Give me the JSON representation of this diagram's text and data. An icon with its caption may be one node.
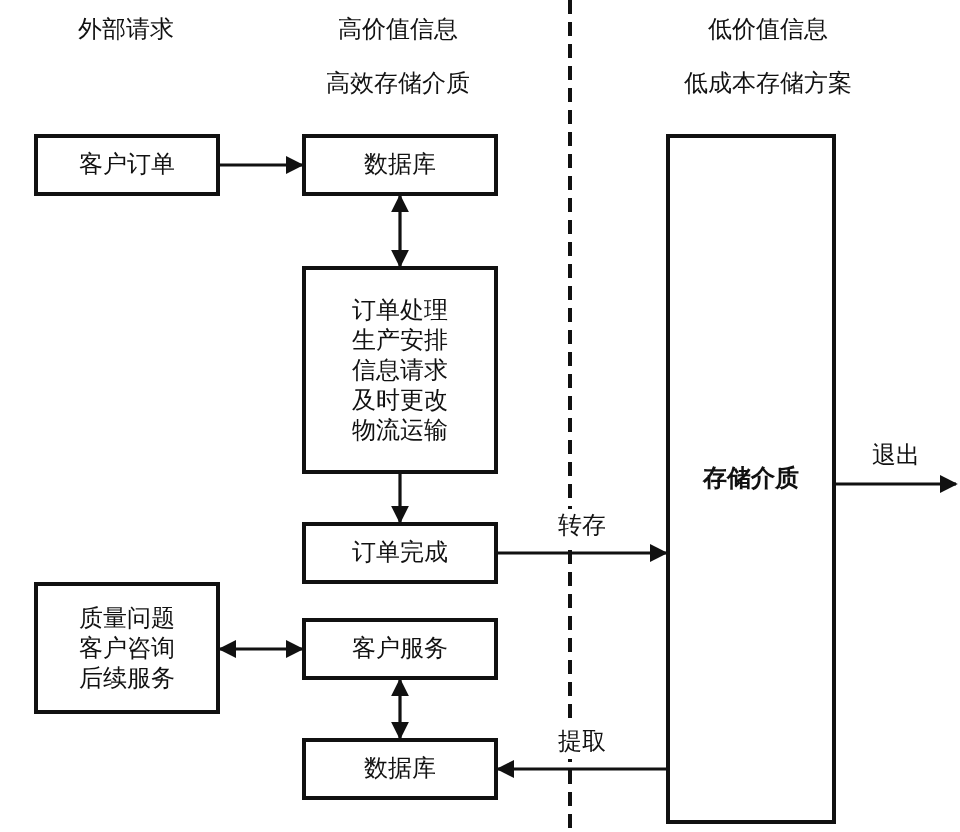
{
  "diagram": {
    "nodes": [
      {
        "text": [
          "客户订单"
        ]
      },
      {
        "text": [
          "数据库"
        ]
      },
      {
        "text": [
          "订单处理生产安排信息请求及时更改物流运输"
        ]
      },
      {
        "text": [
          "订单完成"
        ]
      },
      {
        "text": [
          "质量问题客户咨询后续服务"
        ]
      },
      {
        "text": [
          "客户服务"
        ]
      },
      {
        "text": [
          "数据库"
        ]
      },
      {
        "text": [
          "存储介质"
        ]
      }
    ],
    "edges": [
      {
        "from": 0,
        "to": 1,
        "arrow": "to"
      },
      {
        "from": 1,
        "to": 2,
        "arrow": "both"
      },
      {
        "from": 2,
        "to": 3,
        "arrow": "to"
      },
      {
        "from": 3,
        "to": 7,
        "arrow": "to",
        "label": "转存"
      },
      {
        "from": 4,
        "to": 5,
        "arrow": "both"
      },
      {
        "from": 5,
        "to": 6,
        "arrow": "both"
      },
      {
        "from": 7,
        "to": 6,
        "arrow": "to",
        "label": "提取"
      },
      {
        "from": 7,
        "to": null,
        "arrow": "to",
        "label": "退出"
      }
    ],
    "labels": [
      "外部请求",
      "高价值信息",
      "低价值信息",
      "高效存储介质",
      "低成本存储方案"
    ]
  }
}
